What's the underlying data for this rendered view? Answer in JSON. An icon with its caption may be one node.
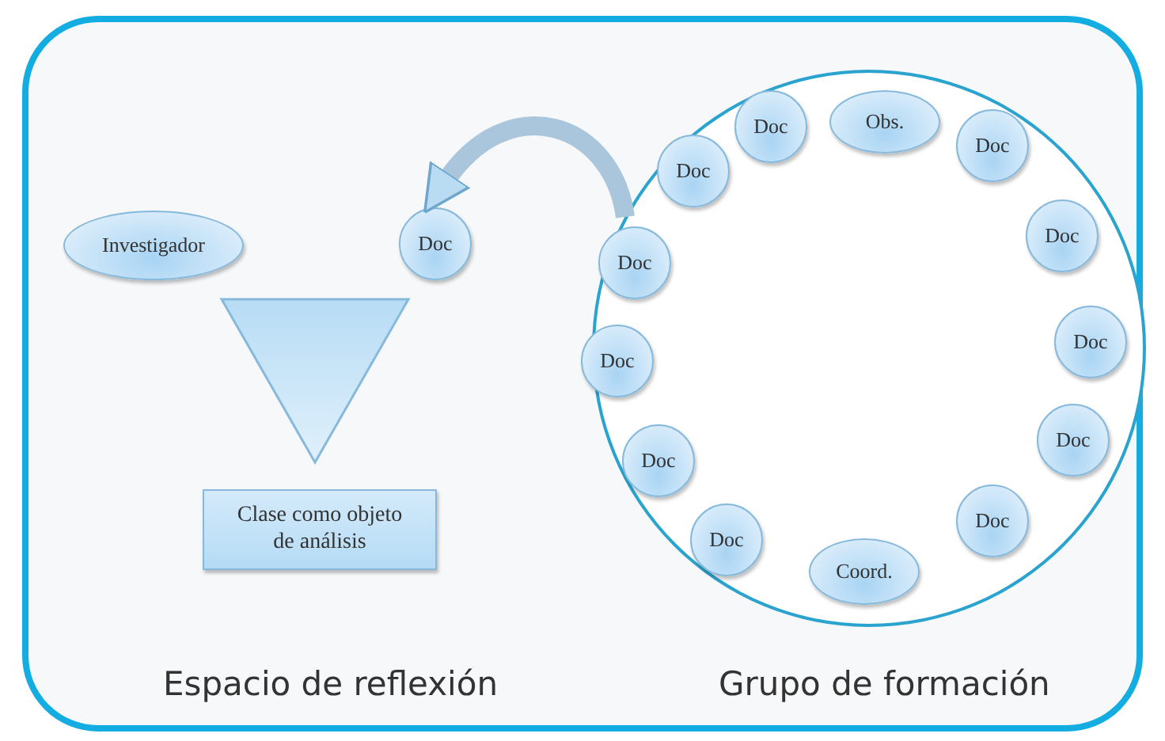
{
  "diagram": {
    "nodes": [
      {
        "text": [
          "Espacio de reflexión",
          "Grupo de formación"
        ]
      },
      {
        "text": [
          "Investigador"
        ],
        "in": 0
      },
      {
        "text": [
          "Doc"
        ],
        "in": 0
      },
      {
        "text": [],
        "shape": "triangle",
        "in": 0
      },
      {
        "text": [
          "Clase como objeto de análisis"
        ],
        "in": 0
      },
      {
        "text": [],
        "shape": "circle",
        "in": 0
      },
      {
        "text": [
          "Obs."
        ],
        "in": 5
      },
      {
        "text": [
          "Doc"
        ],
        "in": 5
      },
      {
        "text": [
          "Doc"
        ],
        "in": 5
      },
      {
        "text": [
          "Doc"
        ],
        "in": 5
      },
      {
        "text": [
          "Doc"
        ],
        "in": 5
      },
      {
        "text": [
          "Doc"
        ],
        "in": 5
      },
      {
        "text": [
          "Coord."
        ],
        "in": 5
      },
      {
        "text": [
          "Doc"
        ],
        "in": 5
      },
      {
        "text": [
          "Doc"
        ],
        "in": 5
      },
      {
        "text": [
          "Doc"
        ],
        "in": 5
      },
      {
        "text": [
          "Doc"
        ],
        "in": 5
      },
      {
        "text": [
          "Doc"
        ],
        "in": 5
      },
      {
        "text": [
          "Doc"
        ],
        "in": 5
      }
    ],
    "edges": [
      {
        "from": 16,
        "to": 2,
        "arrow": "to"
      }
    ]
  }
}
